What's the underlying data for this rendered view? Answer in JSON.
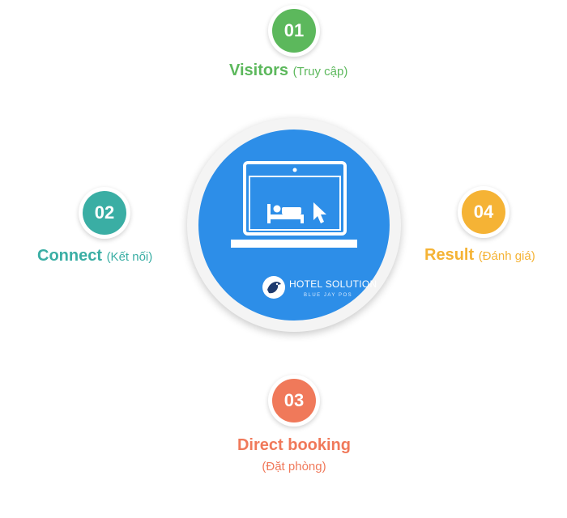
{
  "colors": {
    "step1": "#5cb85c",
    "step2": "#3aaea4",
    "step3": "#f0795a",
    "step4": "#f5b335",
    "center": "#2d8ee8"
  },
  "steps": [
    {
      "number": "01",
      "title": "Visitors",
      "subtitle": "(Truy cập)"
    },
    {
      "number": "02",
      "title": "Connect",
      "subtitle": "(Kết nối)"
    },
    {
      "number": "03",
      "title": "Direct booking",
      "subtitle": "(Đặt phòng)"
    },
    {
      "number": "04",
      "title": "Result",
      "subtitle": "(Đánh giá)"
    }
  ],
  "center": {
    "icons": [
      "laptop-icon",
      "bed-icon",
      "cursor-icon",
      "bird-logo-icon"
    ],
    "logo_title": "HOTEL SOLUTION",
    "logo_subtitle": "BLUE JAY POS"
  }
}
